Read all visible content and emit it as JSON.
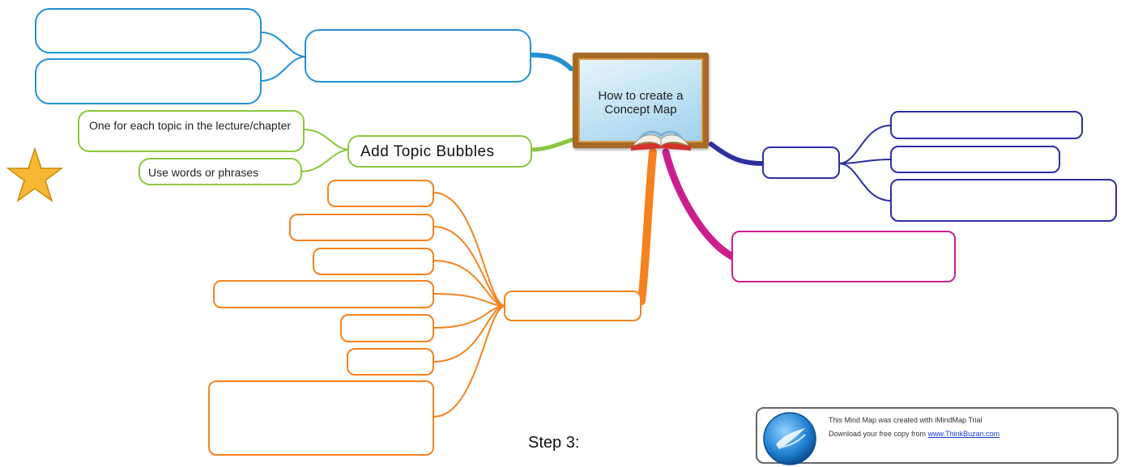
{
  "central_topic": {
    "title": "How to create a\nConcept Map"
  },
  "main_branch": {
    "label": "Add Topic Bubbles",
    "sub_items": [
      "One for each topic in the lecture/chapter",
      "Use words or phrases"
    ]
  },
  "step_label": "Step 3:",
  "trial_notice": {
    "line1": "This Mind Map was created with iMindMap Trial",
    "line2_prefix": "Download your free copy from ",
    "link_text": "www.ThinkBuzan.com"
  },
  "colors": {
    "blue": "#2490d4",
    "green": "#8cc63e",
    "navy": "#2d2fa0",
    "orange": "#f5821f",
    "magenta": "#cc1f8e",
    "star": "#f7b733"
  },
  "icons": [
    "star-icon",
    "book-icon",
    "imindmap-logo-icon"
  ]
}
